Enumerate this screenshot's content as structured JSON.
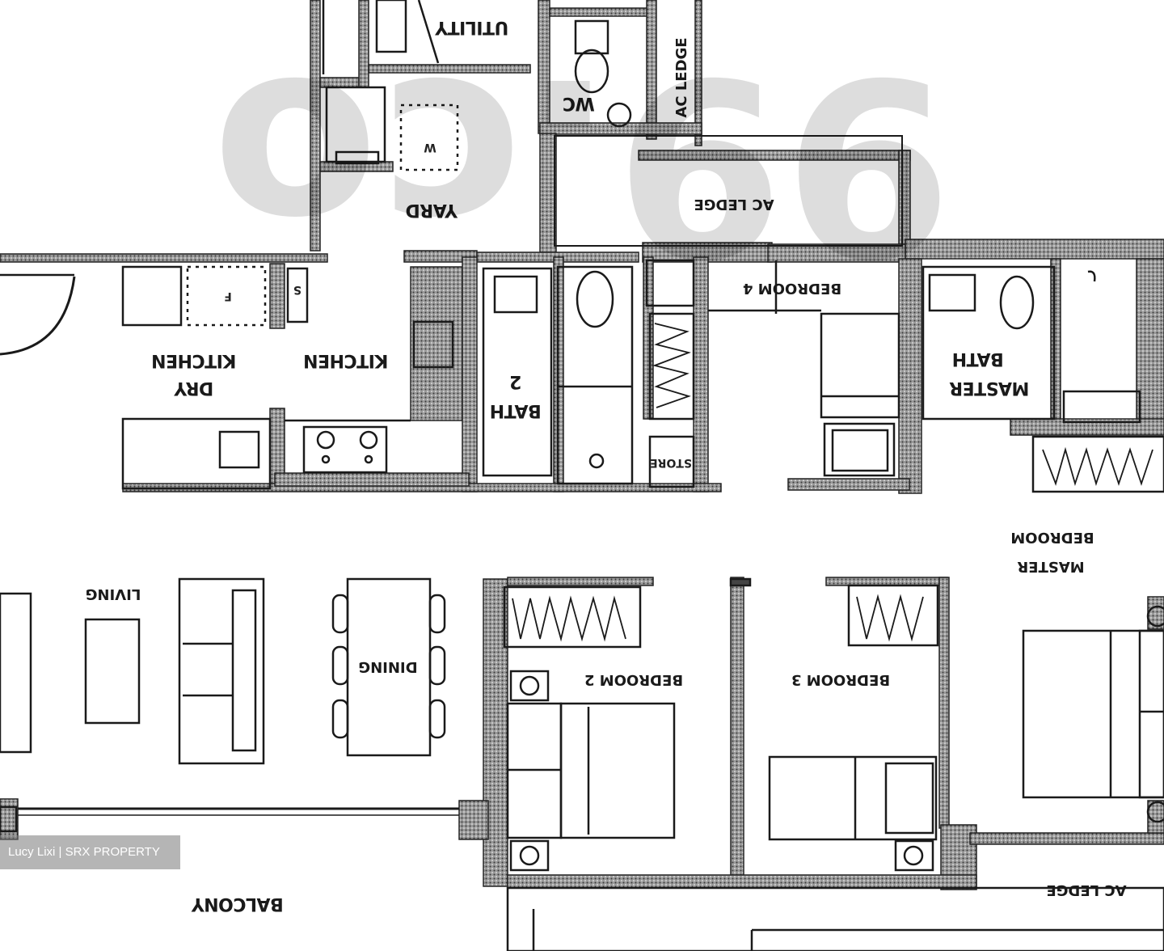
{
  "rooms": {
    "utility": "UTILITY",
    "wc": "WC",
    "ac_ledge_top": "AC LEDGE",
    "yard": "YARD",
    "ac_ledge_mid": "AC LEDGE",
    "dry_kitchen_line1": "DRY",
    "dry_kitchen_line2": "KITCHEN",
    "kitchen": "KITCHEN",
    "bath2_line1": "BATH",
    "bath2_line2": "2",
    "bedroom4": "BEDROOM 4",
    "store": "STORE",
    "master_bath_line1": "MASTER",
    "master_bath_line2": "BATH",
    "master_bedroom_line1": "MASTER",
    "master_bedroom_line2": "BEDROOM",
    "living": "LIVING",
    "dining": "DINING",
    "bedroom2": "BEDROOM 2",
    "bedroom3": "BEDROOM 3",
    "ac_ledge_bottom": "AC LEDGE",
    "balcony": "BALCONY"
  },
  "appliances": {
    "washer": "W",
    "fridge": "F",
    "shelf": "S"
  },
  "watermark": "99.co",
  "credit": "Lucy Lixi | SRX PROPERTY"
}
